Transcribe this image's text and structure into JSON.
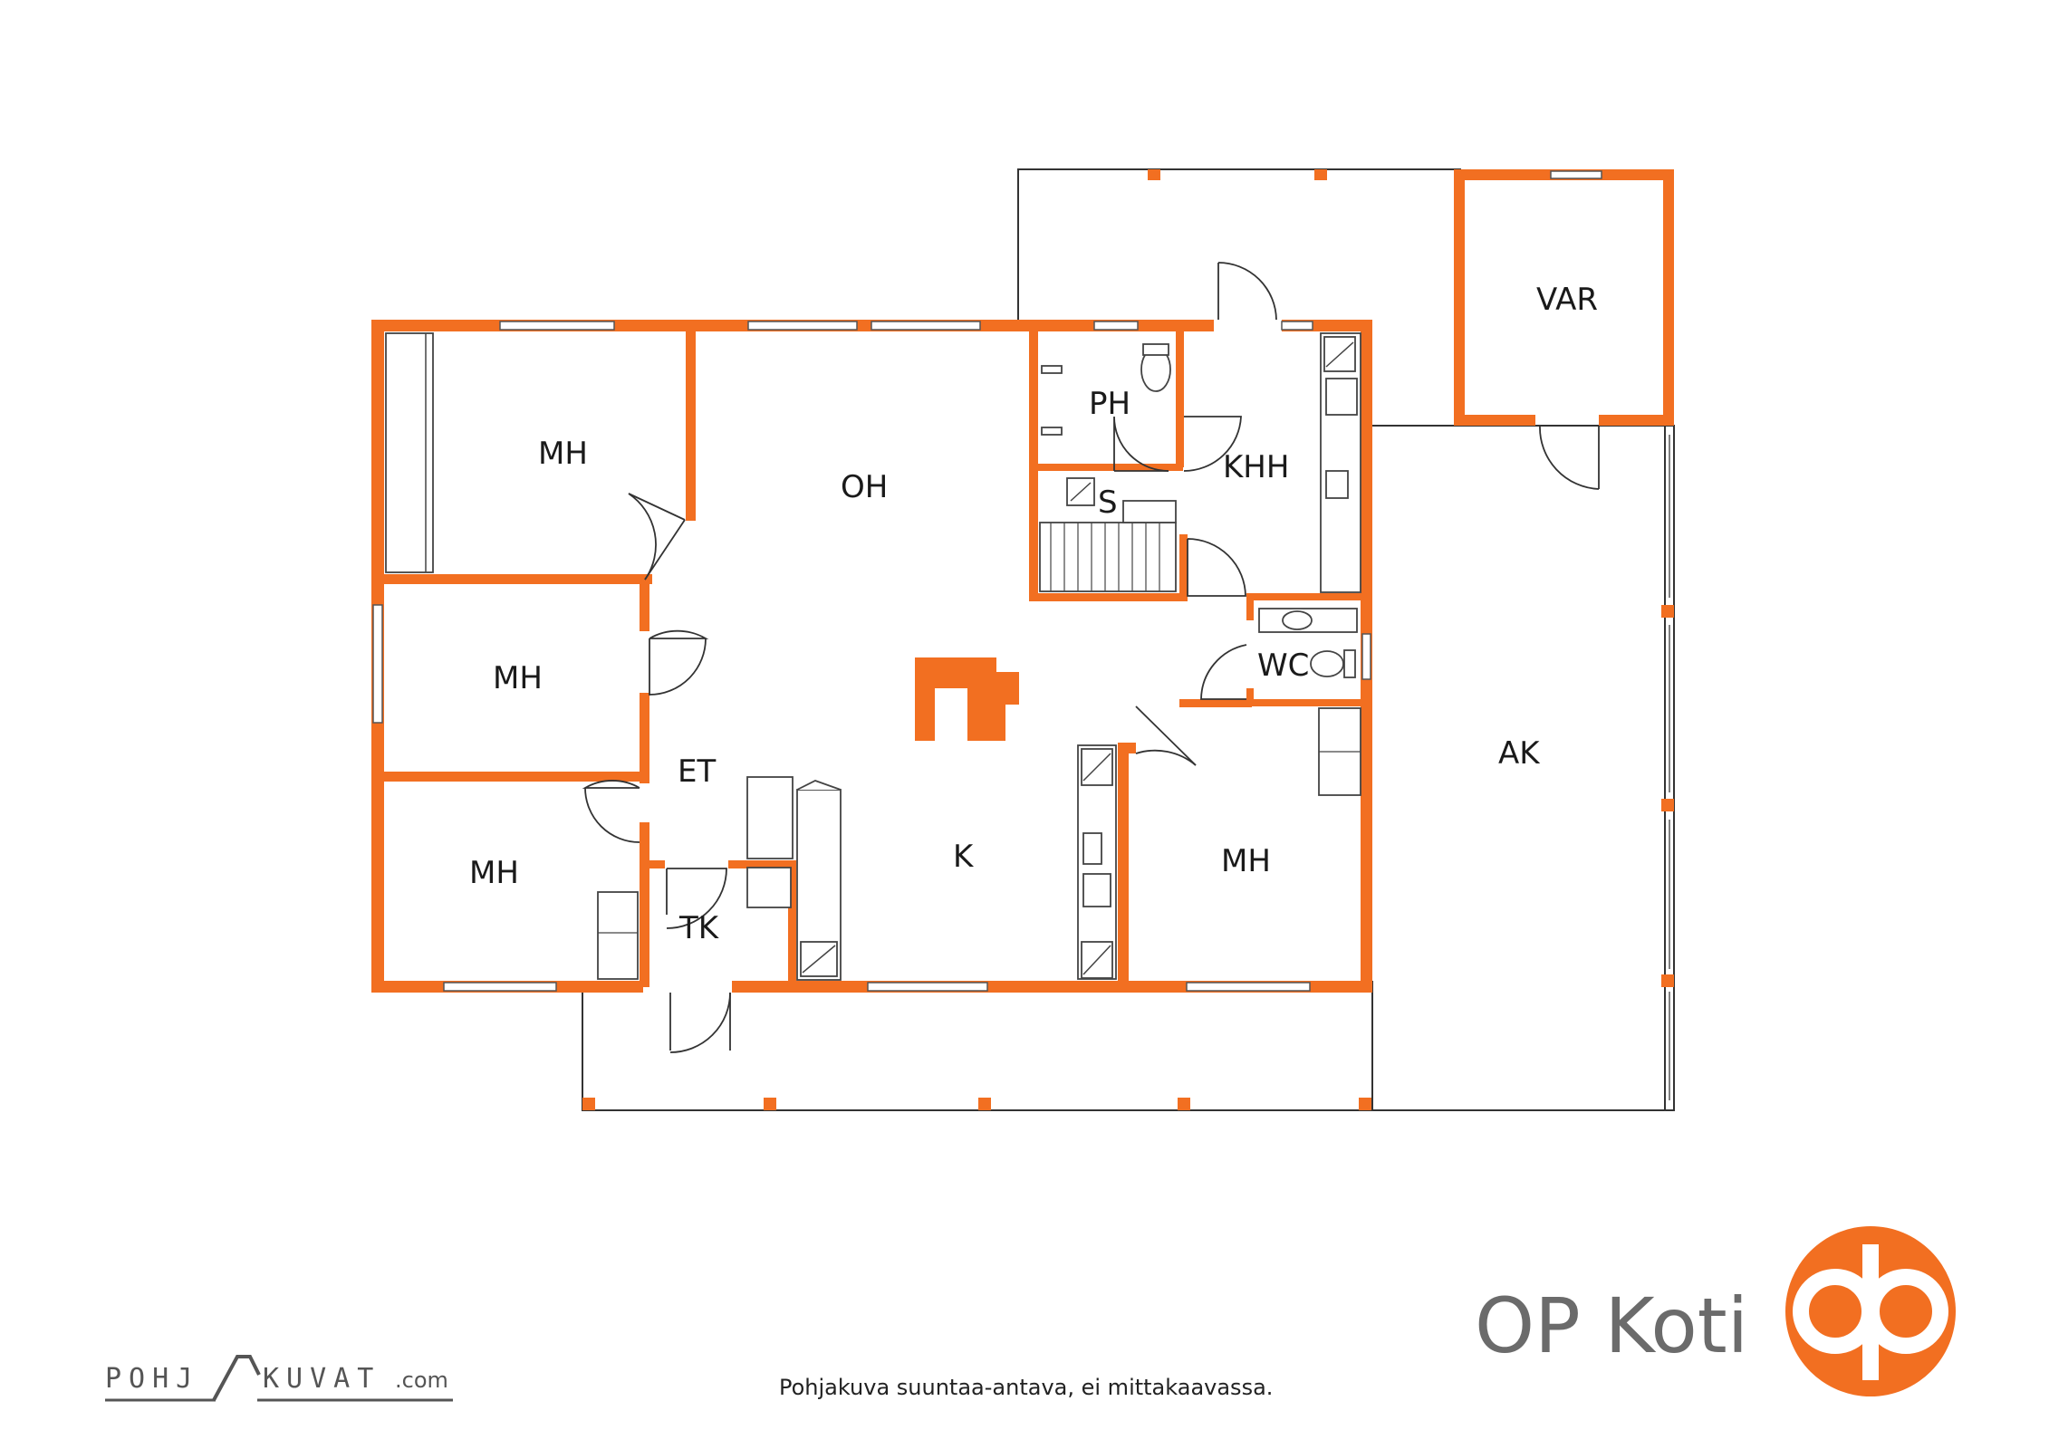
{
  "floorplan": {
    "rooms": [
      {
        "id": "mh-top",
        "label": "MH"
      },
      {
        "id": "oh",
        "label": "OH"
      },
      {
        "id": "ph",
        "label": "PH"
      },
      {
        "id": "khh",
        "label": "KHH"
      },
      {
        "id": "s",
        "label": "S"
      },
      {
        "id": "var",
        "label": "VAR"
      },
      {
        "id": "mh-mid",
        "label": "MH"
      },
      {
        "id": "wc",
        "label": "WC"
      },
      {
        "id": "et",
        "label": "ET"
      },
      {
        "id": "ak",
        "label": "AK"
      },
      {
        "id": "k",
        "label": "K"
      },
      {
        "id": "mh-bottom-left",
        "label": "MH"
      },
      {
        "id": "mh-bottom-right",
        "label": "MH"
      },
      {
        "id": "tk",
        "label": "TK"
      }
    ]
  },
  "brand": {
    "name": "OP Koti",
    "color": "#f26f21"
  },
  "footer": {
    "note": "Pohjakuva suuntaa-antava, ei mittakaavassa.",
    "maker_prefix": "POHJ",
    "maker_suffix": "KUVAT",
    "maker_domain": ".com"
  },
  "colors": {
    "wall": "#f26f21",
    "line": "#333333"
  }
}
